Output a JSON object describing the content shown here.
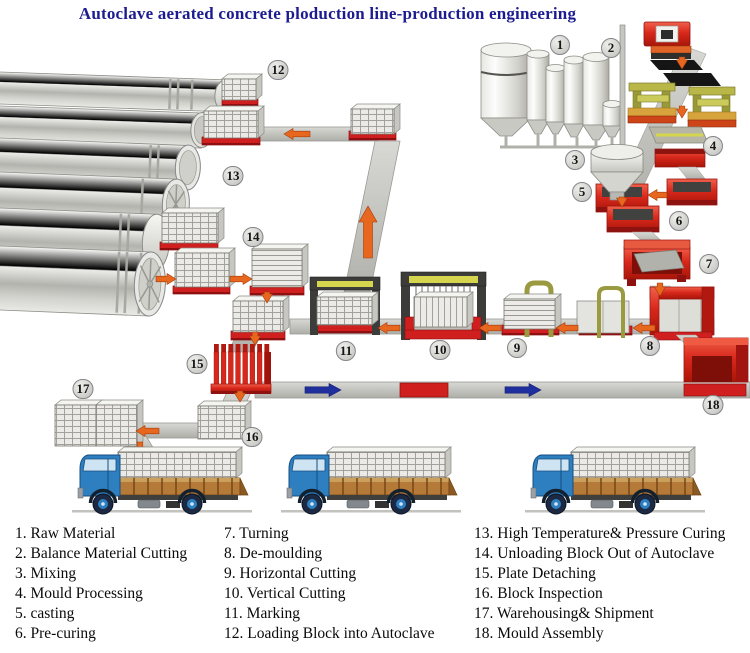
{
  "title": "Autoclave aerated concrete ploduction line-production engineering",
  "legend": {
    "columns": [
      {
        "items": [
          "1. Raw Material",
          "2. Balance Material Cutting",
          "3. Mixing",
          "4. Mould Processing",
          "5. casting",
          "6. Pre-curing"
        ]
      },
      {
        "items": [
          "7. Turning",
          "8. De-moulding",
          "9. Horizontal Cutting",
          "10. Vertical Cutting",
          "11. Marking",
          "12. Loading Block into Autoclave"
        ]
      },
      {
        "items": [
          "13. High Temperature& Pressure Curing",
          "14. Unloading Block Out of Autoclave",
          "15. Plate Detaching",
          "16. Block Inspection",
          "17. Warehousing& Shipment",
          "18. Mould Assembly"
        ]
      }
    ]
  },
  "stations": [
    {
      "number": "1",
      "name": "Raw Material"
    },
    {
      "number": "2",
      "name": "Balance Material Cutting"
    },
    {
      "number": "3",
      "name": "Mixing"
    },
    {
      "number": "4",
      "name": "Mould Processing"
    },
    {
      "number": "5",
      "name": "casting"
    },
    {
      "number": "6",
      "name": "Pre-curing"
    },
    {
      "number": "7",
      "name": "Turning"
    },
    {
      "number": "8",
      "name": "De-moulding"
    },
    {
      "number": "9",
      "name": "Horizontal Cutting"
    },
    {
      "number": "10",
      "name": "Vertical Cutting"
    },
    {
      "number": "11",
      "name": "Marking"
    },
    {
      "number": "12",
      "name": "Loading Block into Autoclave"
    },
    {
      "number": "13",
      "name": "High Temperature& Pressure Curing"
    },
    {
      "number": "14",
      "name": "Unloading Block Out of Autoclave"
    },
    {
      "number": "15",
      "name": "Plate Detaching"
    },
    {
      "number": "16",
      "name": "Block Inspection"
    },
    {
      "number": "17",
      "name": "Warehousing& Shipment"
    },
    {
      "number": "18",
      "name": "Mould Assembly"
    }
  ],
  "colors": {
    "title_text": "#1c1c90",
    "legend_text": "#0a0a0a",
    "machine_red": "#d8281c",
    "plate_red": "#cf1f1f",
    "arrow_orange": "#e8671f",
    "arrow_blue": "#1f2f9e",
    "truck_blue": "#2e7fc0",
    "mould_olive": "#b2b148",
    "frame_dark": "#3c3c3a",
    "badge_fill": "#d6d6d2"
  }
}
